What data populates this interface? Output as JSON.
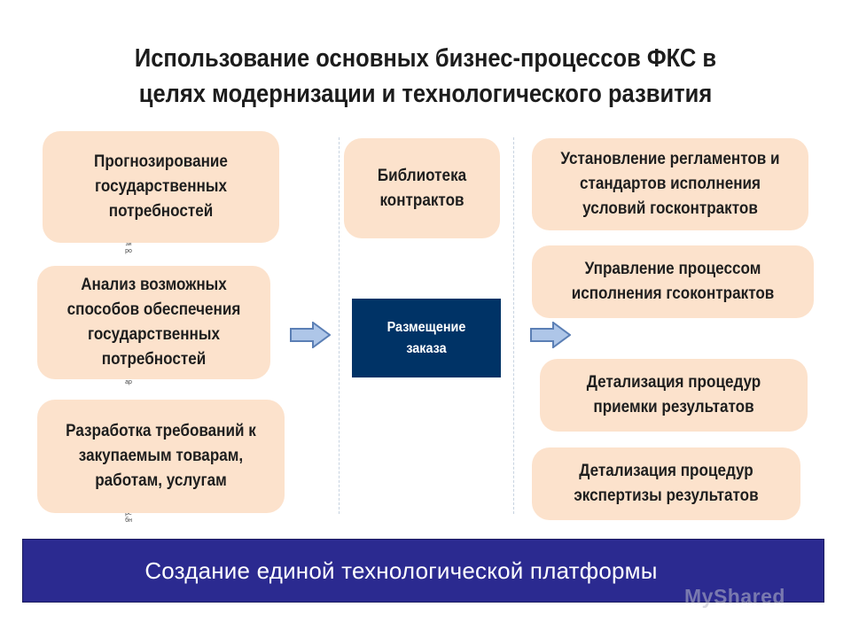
{
  "title": {
    "line1": "Использование основных бизнес-процессов ФКС в",
    "line2": "целях модернизации и технологического развития"
  },
  "left_column": [
    "Прогнозирование государственных потребностей",
    "Анализ возможных способов обеспечения государственных потребностей",
    "Разработка требований к закупаемым товарам, работам, услугам"
  ],
  "middle_column": {
    "library": "Библиотека контрактов",
    "placement": "Размещение заказа"
  },
  "right_column": [
    "Установление регламентов и стандартов исполнения условий госконтрактов",
    "Управление процессом исполнения гсоконтрактов",
    "Детализация процедур приемки результатов",
    "Детализация процедур экспертизы результатов"
  ],
  "vertical_fragments": [
    "зиро",
    "ар",
    "ребн"
  ],
  "banner": "Создание единой технологической платформы",
  "watermark": "MyShared",
  "colors": {
    "box_fill": "#fce2cc",
    "placement_fill": "#003366",
    "banner_fill": "#2b2a90",
    "arrow_fill": "#aec6e8",
    "arrow_stroke": "#5b7fb5"
  },
  "icons": [
    "right-arrow-icon",
    "right-arrow-icon"
  ]
}
